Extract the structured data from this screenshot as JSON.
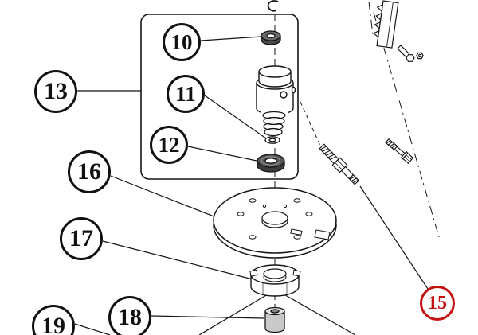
{
  "diagram": {
    "type": "exploded-parts-diagram",
    "colors": {
      "line": "#151515",
      "balloon_stroke": "#111111",
      "highlight": "#c41111",
      "background": "#ffffff"
    },
    "balloons": [
      {
        "label": "10"
      },
      {
        "label": "11"
      },
      {
        "label": "12"
      },
      {
        "label": "13"
      },
      {
        "label": "15",
        "highlighted": true
      },
      {
        "label": "16"
      },
      {
        "label": "17"
      },
      {
        "label": "18"
      },
      {
        "label": "19"
      }
    ]
  }
}
